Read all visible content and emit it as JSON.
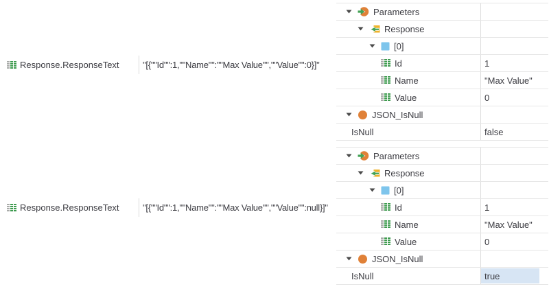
{
  "watch": {
    "rows": [
      {
        "name": "Response.ResponseText",
        "value": "\"[{\"\"Id\"\":1,\"\"Name\"\":\"\"Max Value\"\",\"\"Value\"\":0}]\""
      },
      {
        "name": "Response.ResponseText",
        "value": "\"[{\"\"Id\"\":1,\"\"Name\"\":\"\"Max Value\"\",\"\"Value\"\":null}]\""
      }
    ]
  },
  "trees": [
    {
      "rows": [
        {
          "label": "Parameters",
          "value": "",
          "icon": "parameters-icon",
          "expander": true,
          "indent": 14
        },
        {
          "label": "Response",
          "value": "",
          "icon": "response-icon",
          "expander": true,
          "indent": 31
        },
        {
          "label": "[0]",
          "value": "",
          "icon": "array-item-icon",
          "expander": true,
          "indent": 48
        },
        {
          "label": "Id",
          "value": "1",
          "icon": "grid-icon",
          "expander": false,
          "indent": 65
        },
        {
          "label": "Name",
          "value": "\"Max Value\"",
          "icon": "grid-icon",
          "expander": false,
          "indent": 65
        },
        {
          "label": "Value",
          "value": "0",
          "icon": "grid-icon",
          "expander": false,
          "indent": 65
        },
        {
          "label": "JSON_IsNull",
          "value": "",
          "icon": "null-object-icon",
          "expander": true,
          "indent": 14
        },
        {
          "label": "IsNull",
          "value": "false",
          "icon": null,
          "expander": false,
          "indent": 22,
          "highlight": false
        }
      ]
    },
    {
      "rows": [
        {
          "label": "Parameters",
          "value": "",
          "icon": "parameters-icon",
          "expander": true,
          "indent": 14
        },
        {
          "label": "Response",
          "value": "",
          "icon": "response-icon",
          "expander": true,
          "indent": 31
        },
        {
          "label": "[0]",
          "value": "",
          "icon": "array-item-icon",
          "expander": true,
          "indent": 48
        },
        {
          "label": "Id",
          "value": "1",
          "icon": "grid-icon",
          "expander": false,
          "indent": 65
        },
        {
          "label": "Name",
          "value": "\"Max Value\"",
          "icon": "grid-icon",
          "expander": false,
          "indent": 65
        },
        {
          "label": "Value",
          "value": "0",
          "icon": "grid-icon",
          "expander": false,
          "indent": 65
        },
        {
          "label": "JSON_IsNull",
          "value": "",
          "icon": "null-object-icon",
          "expander": true,
          "indent": 14
        },
        {
          "label": "IsNull",
          "value": "true",
          "icon": null,
          "expander": false,
          "indent": 22,
          "highlight": true
        }
      ]
    }
  ],
  "colors": {
    "icon_green": "#3e9b4f",
    "icon_grey": "#a9aba9",
    "arrow_green": "#43a356",
    "orange": "#e08138",
    "amber": "#efb32b",
    "light_blue": "#7ec5ec",
    "expander_grey": "#4a4a4a",
    "highlight_blue": "#d7e5f4",
    "gridline": "#e6e6e6"
  }
}
